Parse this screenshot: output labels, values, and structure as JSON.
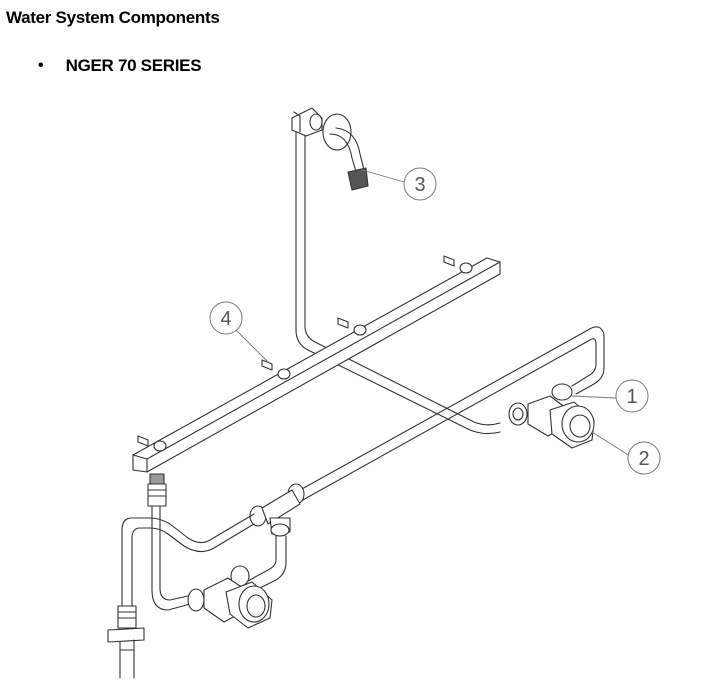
{
  "header": {
    "title": "Water System Components",
    "bullet": "•",
    "subtitle": "NGER 70 SERIES"
  },
  "callouts": [
    {
      "id": "1",
      "label": "1"
    },
    {
      "id": "2",
      "label": "2"
    },
    {
      "id": "3",
      "label": "3"
    },
    {
      "id": "4",
      "label": "4"
    }
  ],
  "colors": {
    "line": "#333333",
    "callout": "#777777",
    "shade": "#9a9a9a"
  }
}
